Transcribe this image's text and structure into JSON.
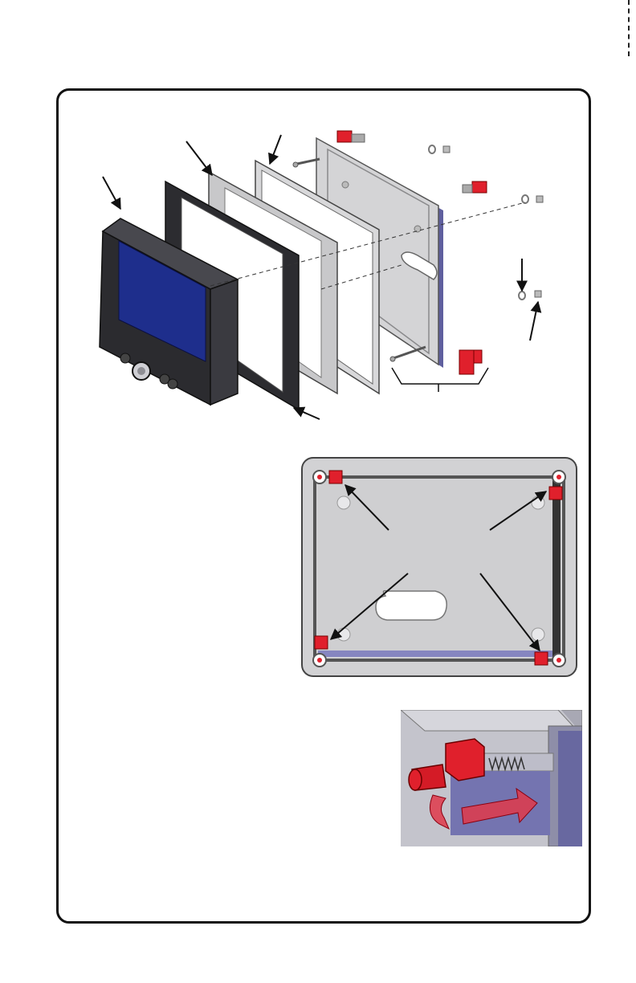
{
  "figure": {
    "panels": [
      {
        "name": "exploded-assembly",
        "label": ""
      },
      {
        "name": "mounting-plate-back-view",
        "label": ""
      },
      {
        "name": "latch-detail",
        "label": ""
      }
    ],
    "colors": {
      "outline": "#111111",
      "latch": "#e0202c",
      "screen": "#1e2e8c",
      "bezel": "#2c2c30",
      "gasket": "#c8c8ca",
      "plate": "#cfcfd1",
      "plate_shadow": "#7a7ab8",
      "motion_arrow": "#e13a4a"
    },
    "icons": [
      "leader-arrow-icon",
      "red-latch-icon",
      "screw-icon",
      "washer-icon",
      "motion-arrow-icon"
    ]
  }
}
